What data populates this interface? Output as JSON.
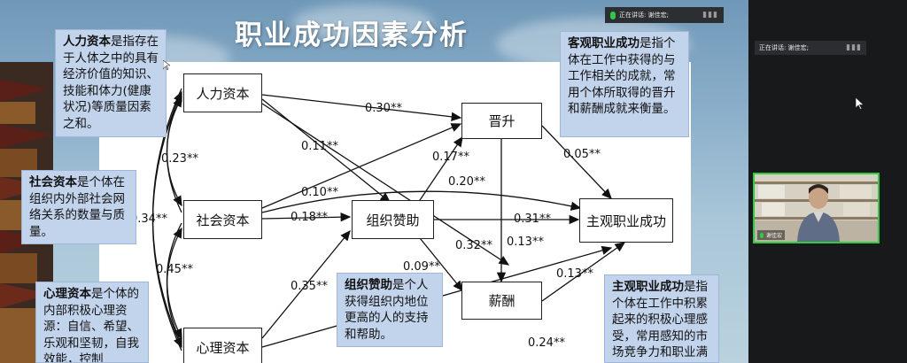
{
  "slide": {
    "title": "职业成功因素分析",
    "boxes": {
      "human": "人力资本",
      "social": "社会资本",
      "psych": "心理资本",
      "sponsor": "组织赞助",
      "promotion": "晋升",
      "salary": "薪酬",
      "subjective": "主观职业成功"
    },
    "coefficients": {
      "h_promotion": "0.30**",
      "h_sponsor": "0.11**",
      "h_social": "0.23**",
      "s_subjective": "0.17**",
      "s_promotion": "0.10**",
      "s_sponsor": "0.18**",
      "sp_promotion": "0.20**",
      "sp_subjective": "0.31**",
      "h_psych": "0.34**",
      "s_psych": "0.45**",
      "p_sponsor": "0.35**",
      "sp_salary": "0.09**",
      "prom_salary": "0.32**",
      "h_salary": "0.13**",
      "prom_subjective": "0.05**",
      "salary_subjective": "0.13**",
      "p_subjective": "0.24**"
    },
    "notes": {
      "human": {
        "term": "人力资本",
        "text": "是指存在于人体之中的具有经济价值的知识、技能和体力(健康状况)等质量因素之和。"
      },
      "social": {
        "term": "社会资本",
        "text": "是个体在组织内外部社会网络关系的数量与质量。"
      },
      "psych": {
        "term": "心理资本",
        "text": "是个体的内部积极心理资源：自信、希望、乐观和坚韧，自我效能，控制"
      },
      "objective": {
        "term": "客观职业成功",
        "text": "是指个体在工作中获得的与工作相关的成就，常用个体所取得的晋升和薪酬成就来衡量。"
      },
      "sponsor": {
        "term": "组织赞助",
        "text": "是个人获得组织内地位更高的人的支持和帮助。"
      },
      "subjective": {
        "term": "主观职业成功",
        "text": "是指个体在工作中积累起来的积极心理感受，常用感知的市场竞争力和职业满"
      }
    }
  },
  "meeting": {
    "speaking_label": "正在讲话: 谢佳宏;",
    "sidebar_speaking_label": "正在讲话: 谢佳宏;",
    "participant_name": "谢佳宏",
    "accent_color": "#2ecc40"
  }
}
